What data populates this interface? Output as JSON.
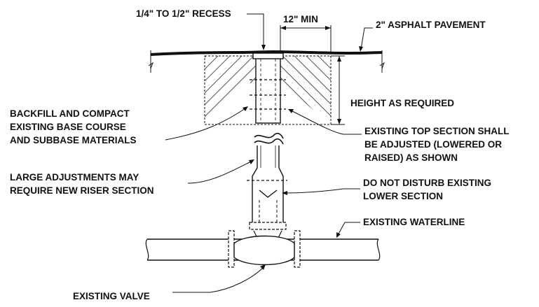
{
  "labels": {
    "recess": "1/4\" TO 1/2\" RECESS",
    "min_width": "12\" MIN",
    "pavement": "2\" ASPHALT PAVEMENT",
    "height": "HEIGHT AS REQUIRED",
    "backfill": [
      "BACKFILL AND COMPACT",
      "EXISTING BASE COURSE",
      "AND SUBBASE MATERIALS"
    ],
    "top_section": [
      "EXISTING TOP SECTION SHALL",
      "BE ADJUSTED (LOWERED OR",
      "RAISED) AS SHOWN"
    ],
    "large_adjust": [
      "LARGE ADJUSTMENTS MAY",
      "REQUIRE NEW RISER SECTION"
    ],
    "lower_section": [
      "DO NOT DISTURB EXISTING",
      "LOWER SECTION"
    ],
    "waterline": "EXISTING WATERLINE",
    "valve": "EXISTING VALVE"
  }
}
